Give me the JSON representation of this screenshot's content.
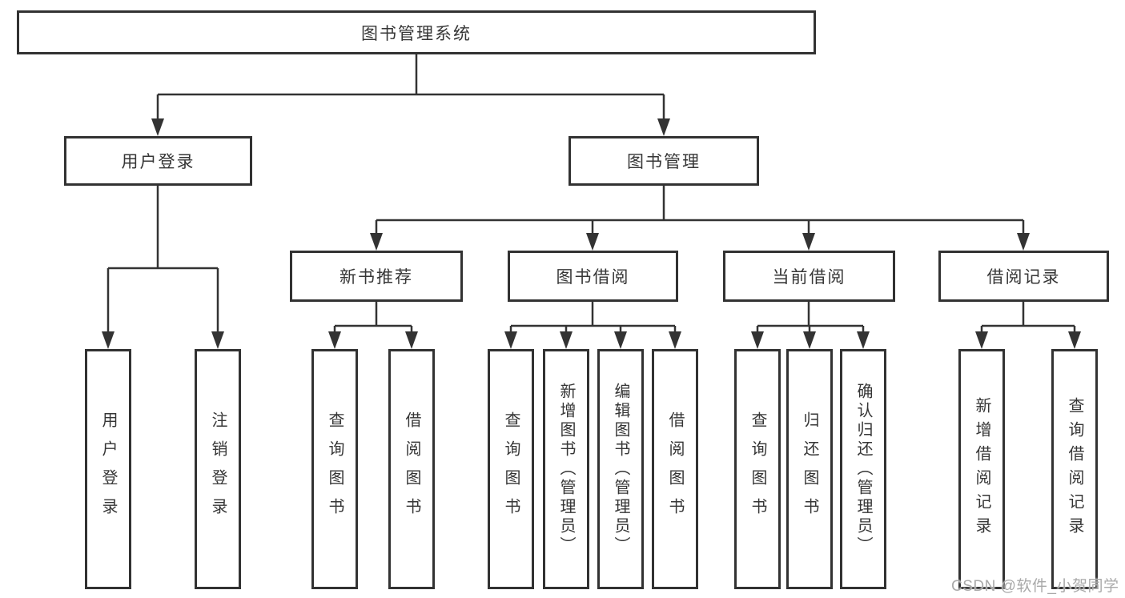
{
  "diagram": {
    "type": "tree",
    "title": "图书管理系统",
    "colors": {
      "line": "#333333",
      "border": "#323232",
      "text": "#363636",
      "background": "#ffffff",
      "watermark": "#a9a9a9"
    },
    "tree": {
      "root": {
        "label": "图书管理系统",
        "children": [
          {
            "label": "用户登录",
            "children": [
              {
                "label": "用户登录"
              },
              {
                "label": "注销登录"
              }
            ]
          },
          {
            "label": "图书管理",
            "children": [
              {
                "label": "新书推荐",
                "children": [
                  {
                    "label": "查询图书"
                  },
                  {
                    "label": "借阅图书"
                  }
                ]
              },
              {
                "label": "图书借阅",
                "children": [
                  {
                    "label": "查询图书"
                  },
                  {
                    "label": "新增图书（管理员）"
                  },
                  {
                    "label": "编辑图书（管理员）"
                  },
                  {
                    "label": "借阅图书"
                  }
                ]
              },
              {
                "label": "当前借阅",
                "children": [
                  {
                    "label": "查询图书"
                  },
                  {
                    "label": "归还图书"
                  },
                  {
                    "label": "确认归还（管理员）"
                  }
                ]
              },
              {
                "label": "借阅记录",
                "children": [
                  {
                    "label": "新增借阅记录"
                  },
                  {
                    "label": "查询借阅记录"
                  }
                ]
              }
            ]
          }
        ]
      }
    },
    "watermark": "CSDN @软件_小贺同学"
  }
}
